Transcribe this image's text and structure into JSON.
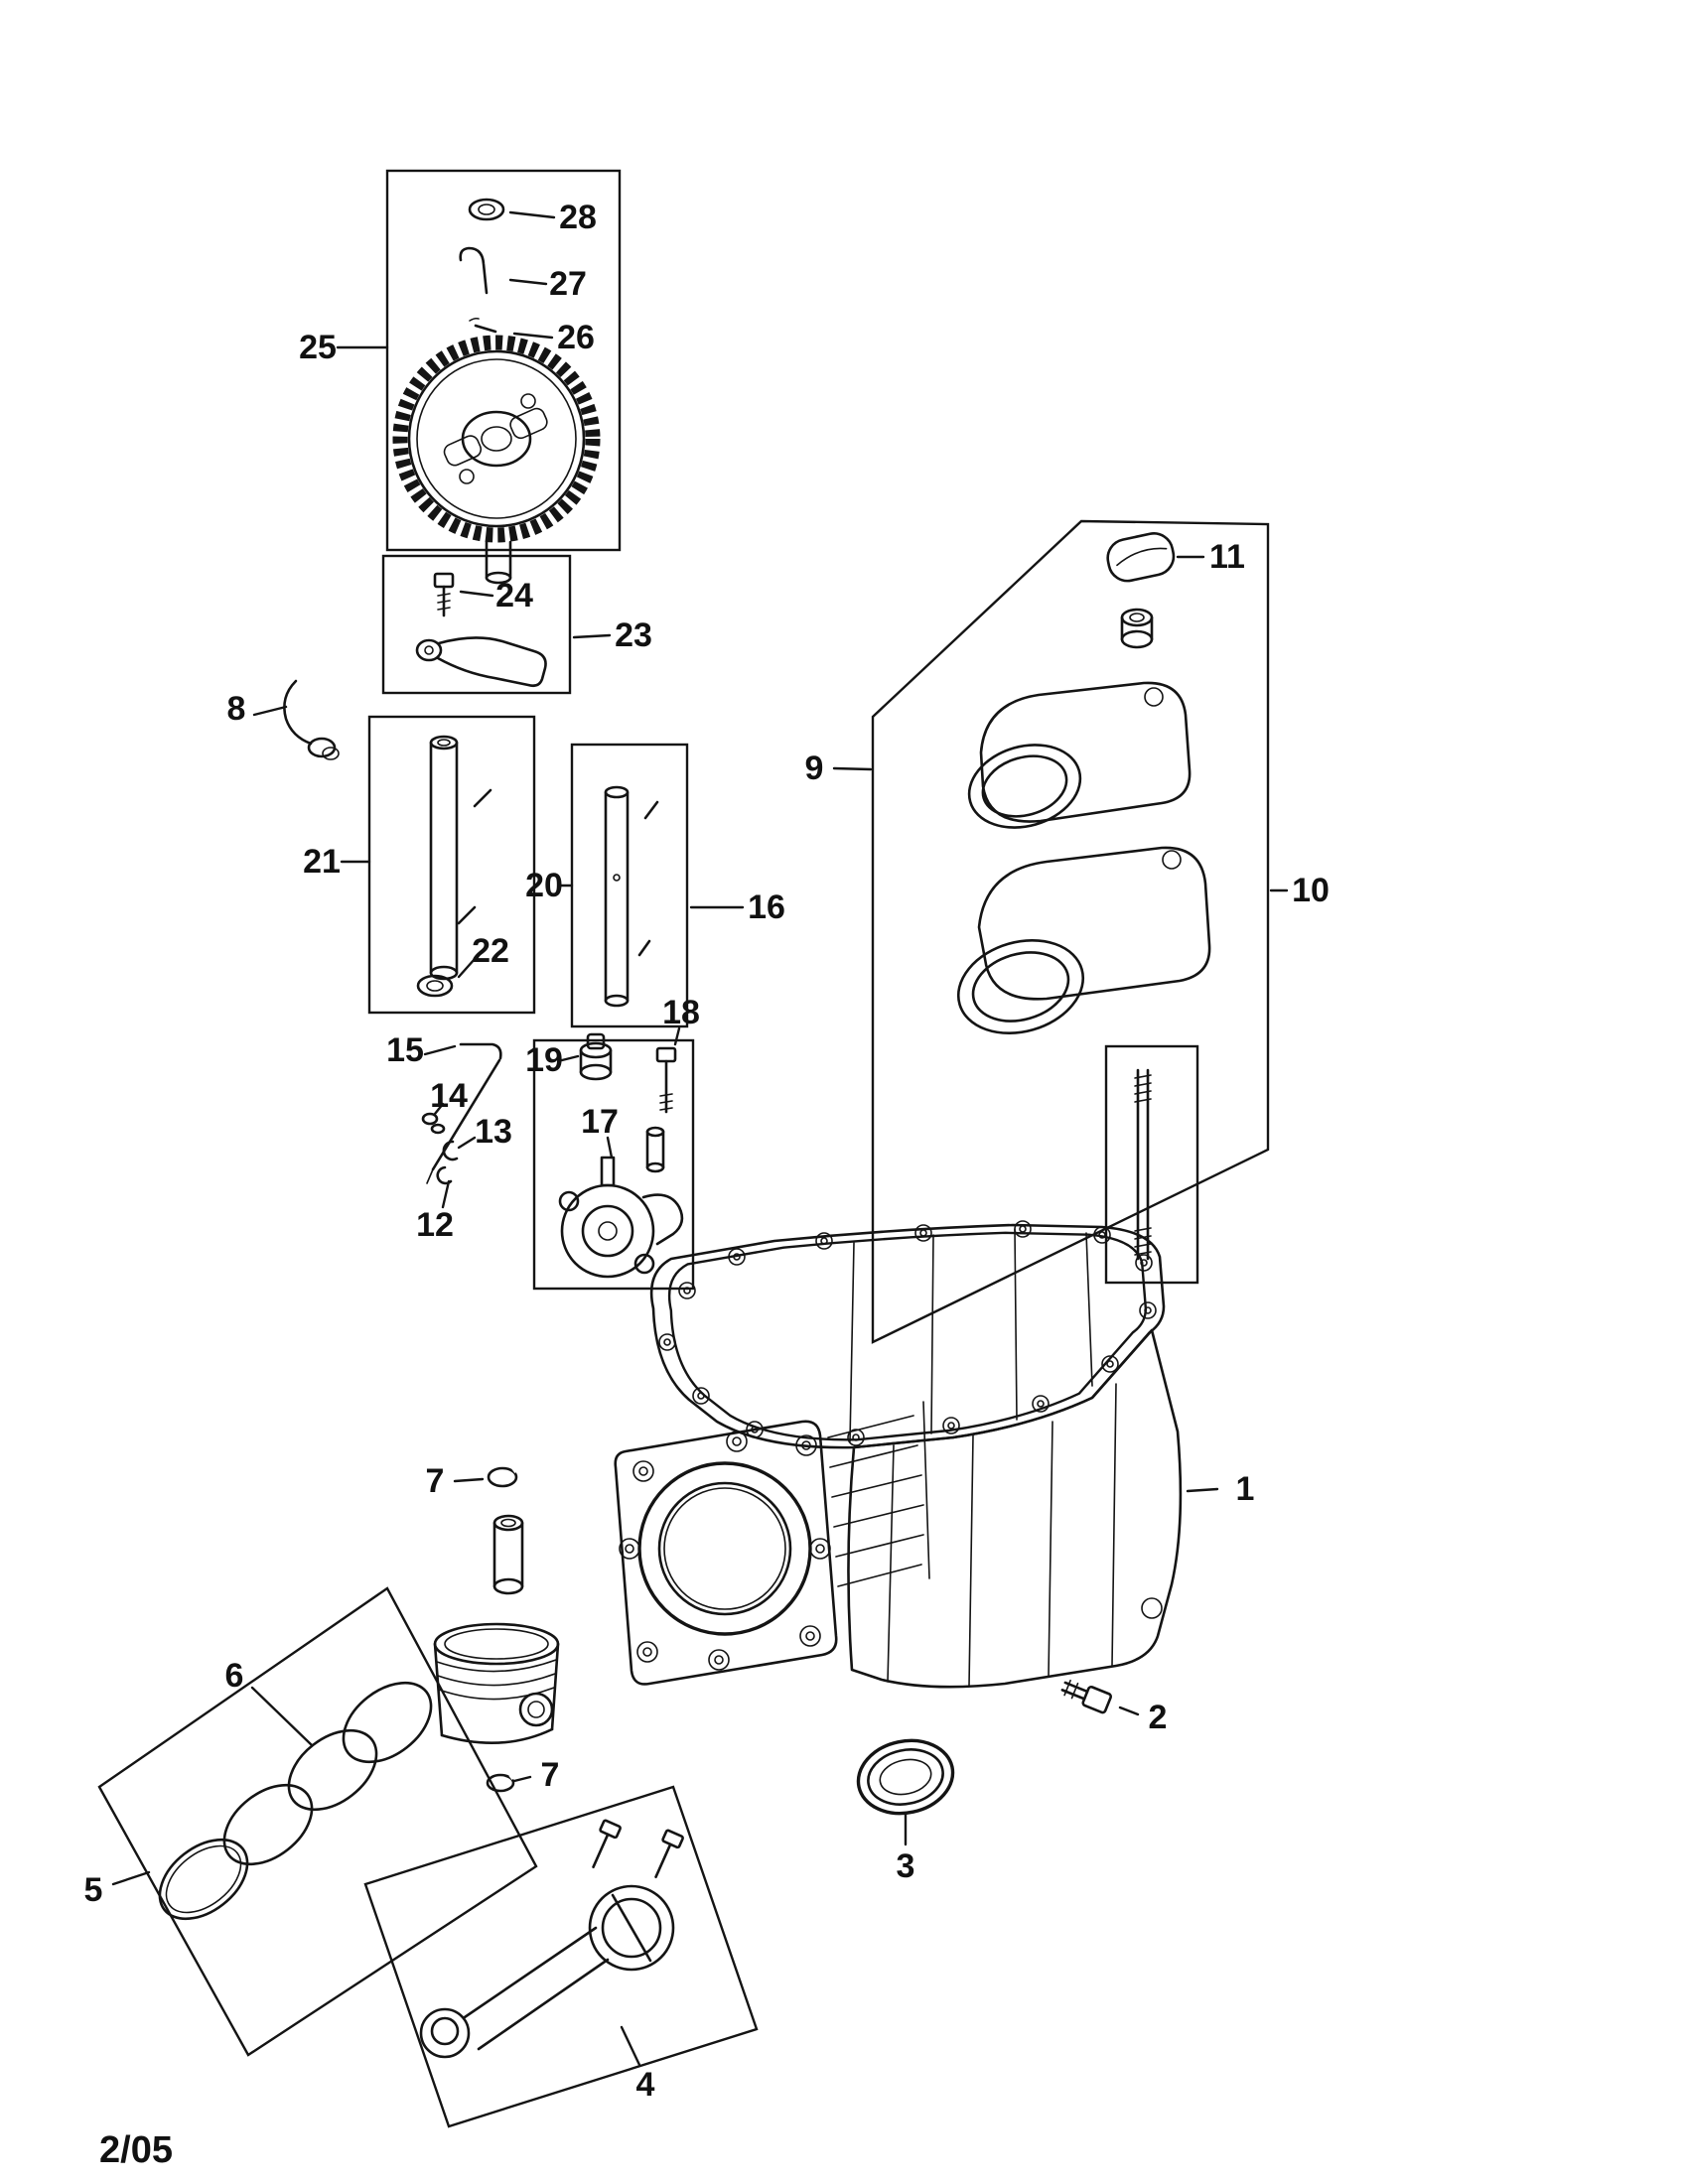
{
  "diagram": {
    "type": "exploded-parts-diagram",
    "background_color": "#ffffff",
    "line_color": "#141414",
    "callout_labels": [
      "1",
      "2",
      "3",
      "4",
      "5",
      "6",
      "7",
      "8",
      "9",
      "10",
      "11",
      "12",
      "13",
      "14",
      "15",
      "16",
      "17",
      "18",
      "19",
      "20",
      "21",
      "22",
      "23",
      "24",
      "25",
      "26",
      "27",
      "28"
    ],
    "footer_date": "2/05"
  }
}
